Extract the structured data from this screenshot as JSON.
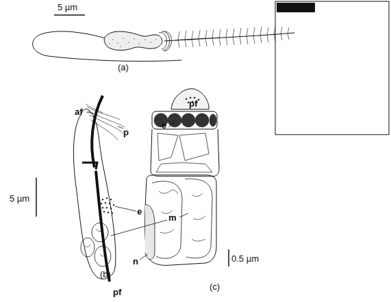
{
  "diagram": {
    "labels": [
      "5 µm",
      "(a)",
      "af",
      "pf",
      "p",
      "e",
      "5 µm",
      "e",
      "m",
      "n",
      "0.5 µm",
      "(b)",
      "pf",
      "(c)"
    ]
  }
}
